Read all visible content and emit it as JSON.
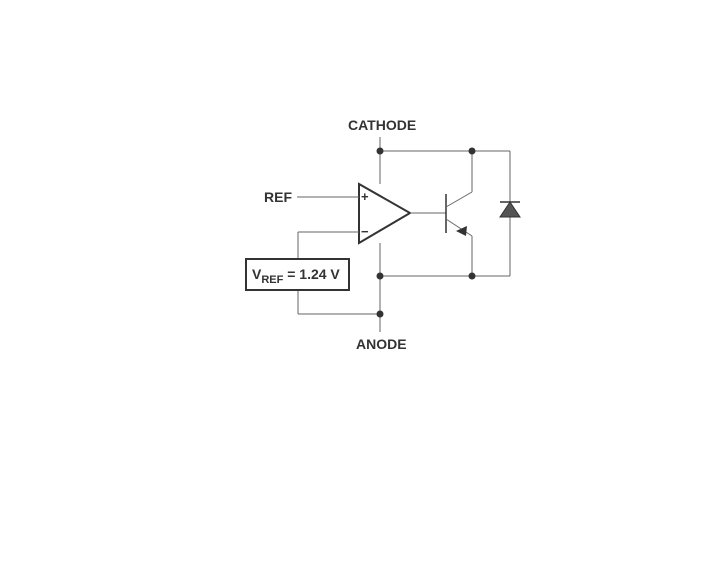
{
  "labels": {
    "cathode": "CATHODE",
    "anode": "ANODE",
    "ref": "REF",
    "vref_symbol": "V",
    "vref_subscript": "REF",
    "vref_value": " = 1.24 V",
    "plus_sign": "+",
    "minus_sign": "−"
  },
  "colors": {
    "wire": "#666666",
    "ink": "#333333",
    "background": "#ffffff"
  }
}
